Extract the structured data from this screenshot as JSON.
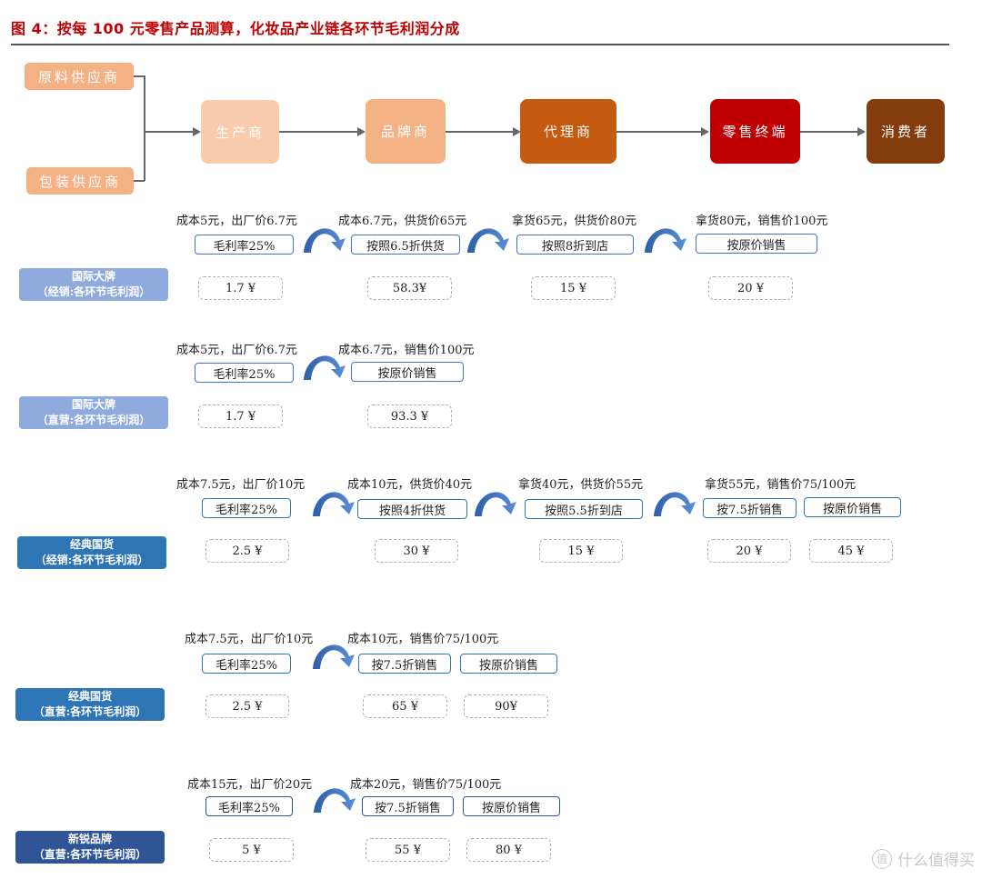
{
  "title": "图 4：按每 100 元零售产品测算，化妆品产业链各环节毛利润分成",
  "flow": {
    "suppliers": [
      {
        "label": "原料供应商",
        "color": "#f4b183"
      },
      {
        "label": "包装供应商",
        "color": "#f4b183"
      }
    ],
    "nodes": [
      {
        "label": "生产商",
        "color": "#f8cbad"
      },
      {
        "label": "品牌商",
        "color": "#f4b183"
      },
      {
        "label": "代理商",
        "color": "#c55a11"
      },
      {
        "label": "零售终端",
        "color": "#c00000"
      },
      {
        "label": "消费者",
        "color": "#843c0c"
      }
    ]
  },
  "scenarios": [
    {
      "label_line1": "国际大牌",
      "label_line2": "（经销:各环节毛利润）",
      "label_color": "#8faadc",
      "notes": [
        "成本5元，出厂价6.7元",
        "成本6.7元，供货价65元",
        "拿货65元，供货价80元",
        "拿货80元，销售价100元"
      ],
      "pills": [
        "毛利率25%",
        "按照6.5折供货",
        "按照8折到店",
        "按原价销售"
      ],
      "values": [
        "1.7 ¥",
        "58.3¥",
        "15 ¥",
        "20 ¥"
      ]
    },
    {
      "label_line1": "国际大牌",
      "label_line2": "（直营:各环节毛利润）",
      "label_color": "#8faadc",
      "notes": [
        "成本5元，出厂价6.7元",
        "成本6.7元，销售价100元"
      ],
      "pills": [
        "毛利率25%",
        "按原价销售"
      ],
      "values": [
        "1.7 ¥",
        "93.3 ¥"
      ]
    },
    {
      "label_line1": "经典国货",
      "label_line2": "（经销:各环节毛利润）",
      "label_color": "#2e75b6",
      "notes": [
        "成本7.5元，出厂价10元",
        "成本10元，供货价40元",
        "拿货40元，供货价55元",
        "拿货55元，销售价75/100元"
      ],
      "pills": [
        "毛利率25%",
        "按照4折供货",
        "按照5.5折到店",
        "按7.5折销售",
        "按原价销售"
      ],
      "values": [
        "2.5 ¥",
        "30 ¥",
        "15 ¥",
        "20 ¥",
        "45 ¥"
      ]
    },
    {
      "label_line1": "经典国货",
      "label_line2": "（直营:各环节毛利润）",
      "label_color": "#2e75b6",
      "notes": [
        "成本7.5元，出厂价10元",
        "成本10元，销售价75/100元"
      ],
      "pills": [
        "毛利率25%",
        "按7.5折销售",
        "按原价销售"
      ],
      "values": [
        "2.5 ¥",
        "65 ¥",
        "90¥"
      ]
    },
    {
      "label_line1": "新锐品牌",
      "label_line2": "（直营:各环节毛利润）",
      "label_color": "#2f5597",
      "notes": [
        "成本15元，出厂价20元",
        "成本20元，销售价75/100元"
      ],
      "pills": [
        "毛利率25%",
        "按7.5折销售",
        "按原价销售"
      ],
      "values": [
        "5 ¥",
        "55 ¥",
        "80 ¥"
      ]
    }
  ],
  "watermark": {
    "icon": "值",
    "text": "什么值得买"
  }
}
